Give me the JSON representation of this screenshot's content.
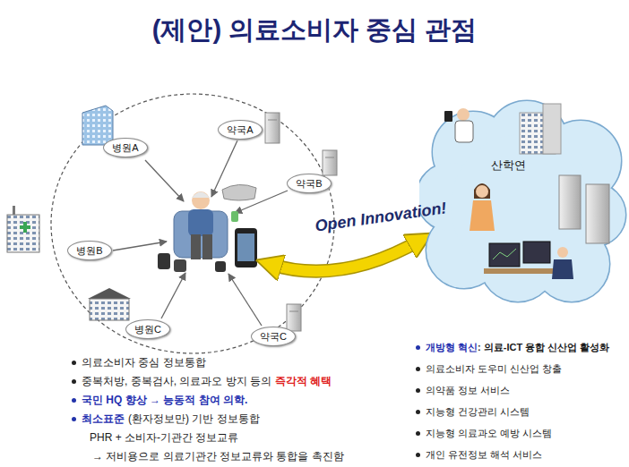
{
  "diagram": {
    "title": "(제안) 의료소비자 중심 관점",
    "nodes": [
      {
        "text": [
          "병원A"
        ]
      },
      {
        "text": [
          "약국A"
        ]
      },
      {
        "text": [
          "약국B"
        ]
      },
      {
        "text": [
          "병원B"
        ]
      },
      {
        "text": [
          "병원C"
        ]
      },
      {
        "text": [
          "약국C"
        ]
      },
      {
        "text": [
          "산학연"
        ]
      }
    ],
    "labels": [
      "Open Innovation!",
      "의료소비자 중심 정보통합",
      "중복처방, 중복검사, 의료과오 방지 등의",
      "즉각적 혜택",
      "국민 HQ 향상 → 능동적 참여 의학.",
      "최소표준",
      "(환자정보만) 기반 정보통합",
      "PHR + 소비자-기관간 정보교류",
      "→ 저비용으로 의료기관간 정보교류와 통합을 촉진함",
      "개방형 혁신",
      ": 의료-ICT 융합 신산업 활성화",
      "의료소비자 도우미 신산업 창출",
      "의약품 정보 서비스",
      "지능형 건강관리 시스템",
      "지능형 의료과오 예방 시스템",
      "개인 유전정보 해석 서비스"
    ]
  }
}
